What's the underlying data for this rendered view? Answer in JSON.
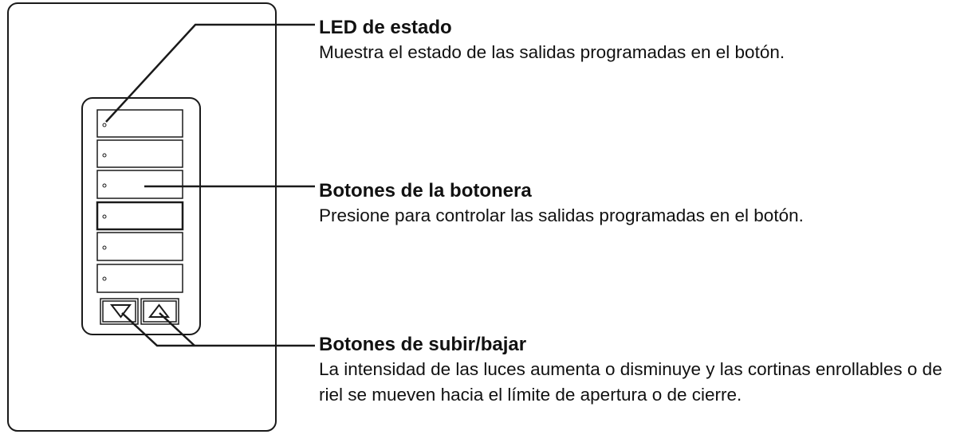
{
  "callouts": {
    "status_led": {
      "title": "LED de estado",
      "description": "Muestra el estado de las salidas programadas en el botón."
    },
    "keypad_buttons": {
      "title": "Botones de la botonera",
      "description": "Presione para controlar las salidas programadas en el botón."
    },
    "raise_lower_buttons": {
      "title": "Botones de subir/bajar",
      "description": "La intensidad de las luces aumenta o disminuye y las cortinas enrollables o de riel se mueven hacia el límite de apertura o de cierre."
    }
  },
  "device": {
    "button_count": 6,
    "lower_icon": "triangle-down-icon",
    "raise_icon": "triangle-up-icon"
  },
  "colors": {
    "line": "#1a1a1a",
    "background": "#ffffff"
  }
}
